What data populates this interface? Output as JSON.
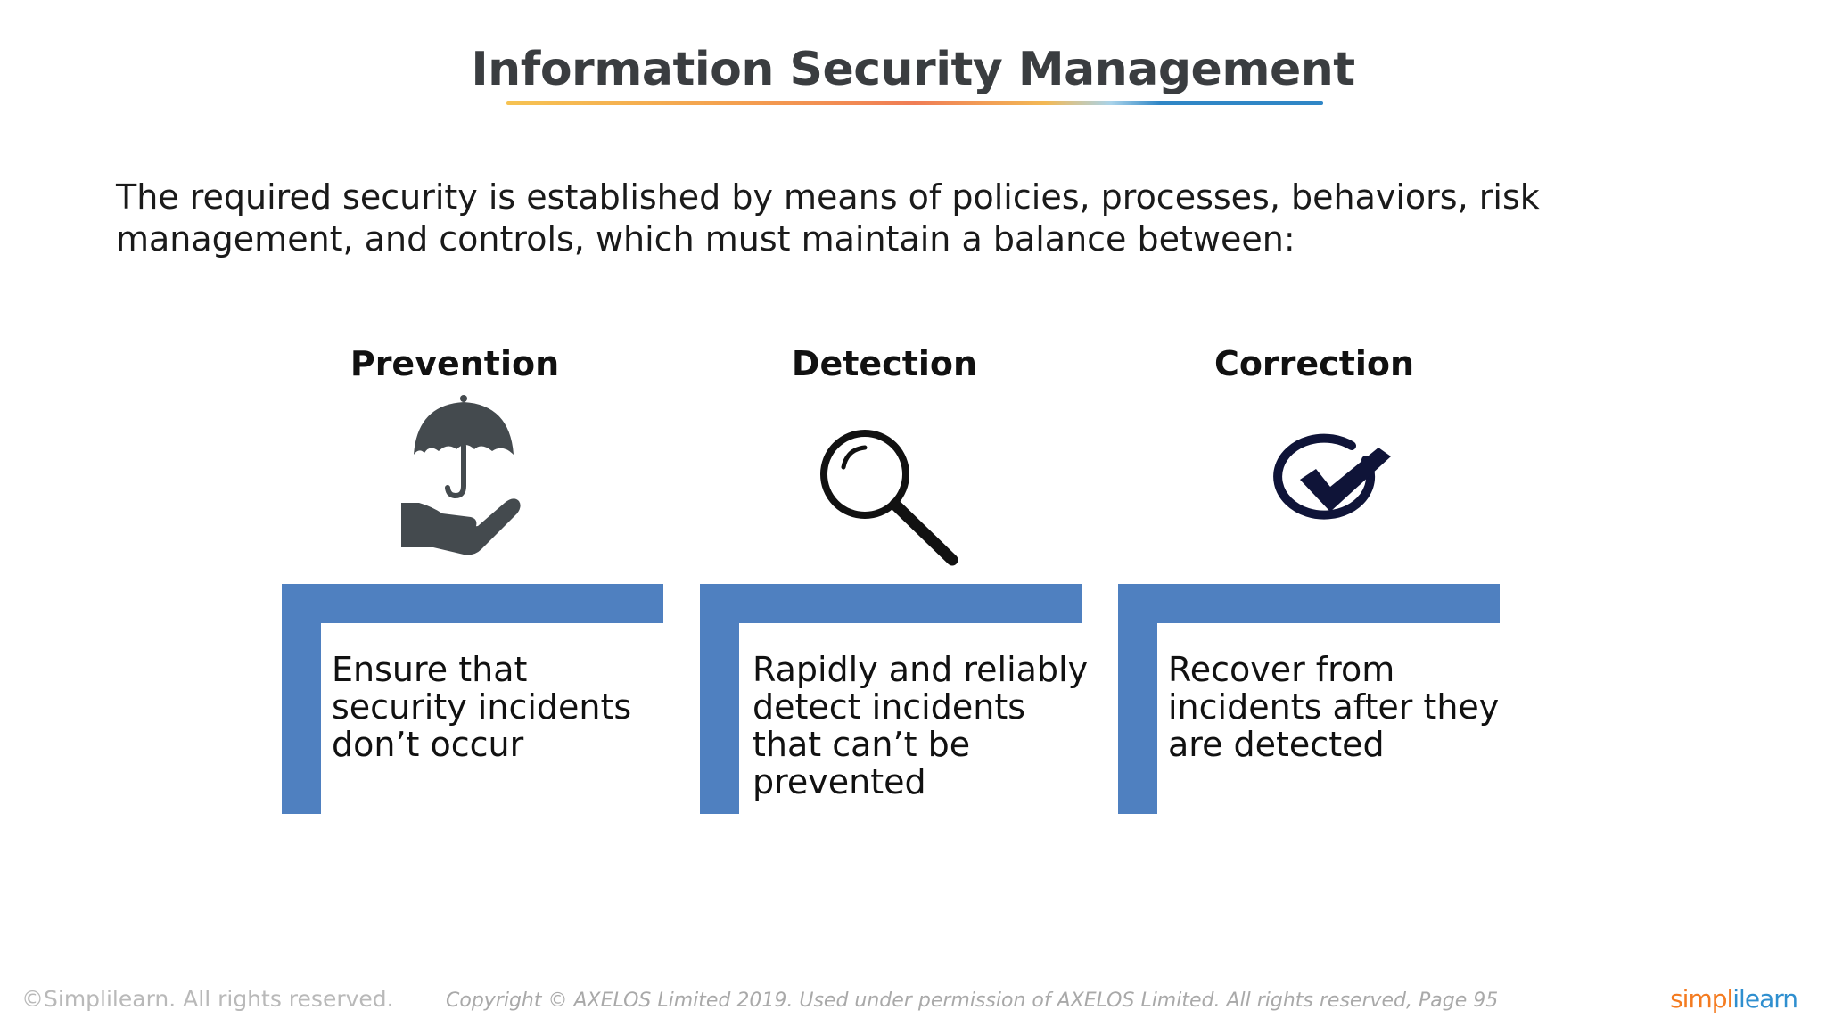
{
  "slide": {
    "title": "Information Security Management",
    "intro": "The required security is established by means of policies, processes, behaviors, risk management, and controls, which must maintain a balance between:"
  },
  "columns": [
    {
      "heading": "Prevention",
      "icon": "umbrella-hand-icon",
      "body": "Ensure that security incidents don’t occur"
    },
    {
      "heading": "Detection",
      "icon": "magnifying-glass-icon",
      "body": "Rapidly and reliably detect incidents that can’t be prevented"
    },
    {
      "heading": "Correction",
      "icon": "checkmark-circle-icon",
      "body": "Recover from incidents after they are detected"
    }
  ],
  "footer": {
    "left": "©Simplilearn. All rights reserved.",
    "center": "Copyright © AXELOS Limited 2019. Used under permission of AXELOS Limited. All rights reserved, Page 95",
    "logo_part1": "simpl",
    "logo_part2": "ilearn"
  },
  "colors": {
    "accent_blue": "#4f80c0",
    "icon_dark": "#444a4e",
    "check_navy": "#0f1438",
    "title_gradient": [
      "#f6c352",
      "#f2934f",
      "#f0b355",
      "#9fcde8",
      "#2f86c6"
    ]
  }
}
